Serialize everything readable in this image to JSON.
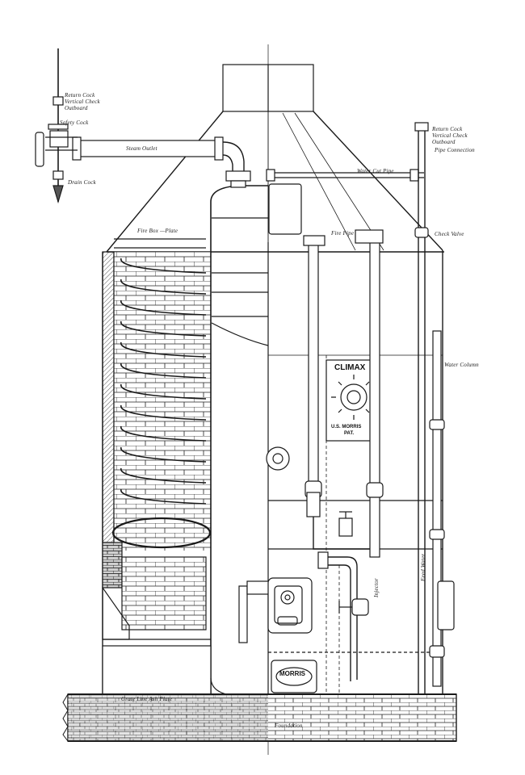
{
  "labels": {
    "top_left_1": "Return Cock",
    "top_left_2": "Vertical Check",
    "top_left_3": "Outboard",
    "safety_cock": "Safety Cock",
    "steam_outlet": "Steam Outlet",
    "drain_cock": "Drain Cock",
    "fire_box": "Fire Box  —Plate",
    "water_cut_pipe": "Water Cut Pipe",
    "fire_pipe": "Fire Pipe",
    "top_right_1": "Return Cock",
    "top_right_2": "Vertical Check",
    "top_right_3": "Outboard",
    "top_right_4": "Pipe Connection",
    "check_valve": "Check Valve",
    "water_column": "Water Column",
    "feed_pipe": "Feed Water",
    "injector": "Injector",
    "grate_level": "Grate Line  Ash Plate",
    "foundation": "Foundation"
  },
  "plate": {
    "brand": "CLIMAX",
    "sub1": "U.S. MORRIS",
    "sub2": "PAT."
  },
  "door_plate": "MORRIS",
  "colors": {
    "ink": "#1a1a1a",
    "paper": "#ffffff",
    "hatch": "#555555"
  }
}
